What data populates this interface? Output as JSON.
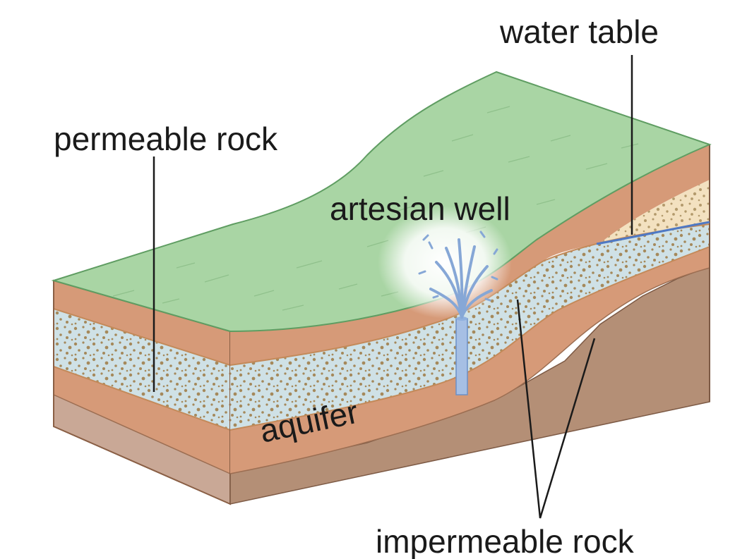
{
  "labels": {
    "water_table": "water table",
    "permeable_rock": "permeable rock",
    "artesian_well": "artesian well",
    "aquifer": "aquifer",
    "impermeable_rock": "impermeable rock"
  },
  "colors": {
    "ground_surface": "#a9d5a4",
    "surface_edge": "#5f9d62",
    "clay_layer": "#d69a78",
    "aquifer_fill": "#cfe1e6",
    "sand_fill": "#f3e1c0",
    "grain": "#a5895b",
    "bedrock": "#b48f76",
    "water": "#86a7d6",
    "water_table_line": "#4f79c4",
    "leader_line": "#1a1a1a"
  },
  "icons": [
    "water-fountain",
    "well-pipe"
  ]
}
